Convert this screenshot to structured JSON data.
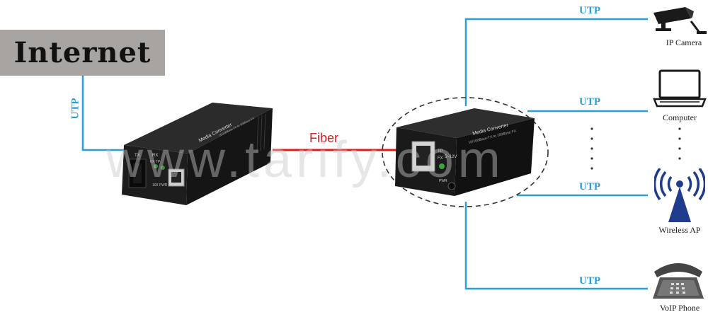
{
  "internet": {
    "label": "Internet"
  },
  "links": {
    "uplink": "UTP",
    "fiber": "Fiber",
    "camera": "UTP",
    "computer": "UTP",
    "wireless": "UTP",
    "phone": "UTP"
  },
  "devices": {
    "camera": "IP Camera",
    "computer": "Computer",
    "wireless": "Wireless AP",
    "phone": "VoIP Phone"
  },
  "converter_left": {
    "brand": "Media Converter",
    "spec": "10/100Base-TX to 100Base-FX",
    "port_tx": "TX",
    "port_rx": "RX",
    "led_labels": "FX  TP",
    "led_labels2": "100  PWR"
  },
  "converter_right": {
    "brand": "Media Converter",
    "spec": "10/100Base-TX to 100Base-FX",
    "led_tp": "TP",
    "led_fx": "FX",
    "power": "5~12V",
    "pwr": "PWR"
  },
  "watermark": "www.tarify.com",
  "colors": {
    "utp_line": "#2a9fd4",
    "fiber_line": "#e01b1b",
    "internet_box": "#a7a4a1"
  }
}
